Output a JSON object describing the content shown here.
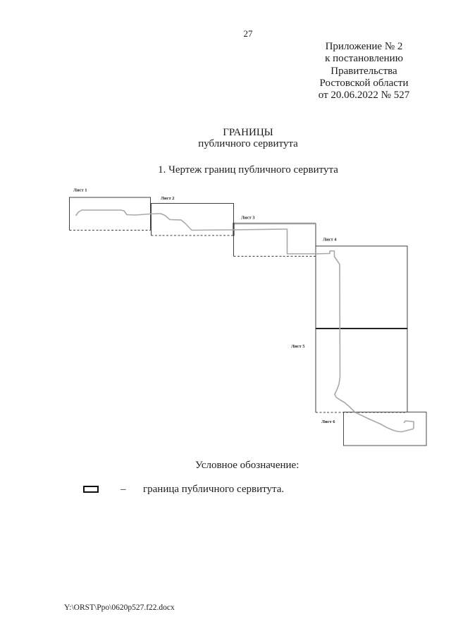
{
  "page": {
    "number": "27",
    "appendix_lines": [
      "Приложение № 2",
      "к постановлению",
      "Правительства",
      "Ростовской области",
      "от 20.06.2022 № 527"
    ],
    "title": [
      "ГРАНИЦЫ",
      "публичного сервитута"
    ],
    "section_heading": "1. Чертеж границ публичного сервитута",
    "footer_path": "Y:\\ORST\\Ppo\\0620p527.f22.docx"
  },
  "drawing": {
    "sheets": [
      {
        "label": "Лист 1"
      },
      {
        "label": "Лист 2"
      },
      {
        "label": "Лист 3"
      },
      {
        "label": "Лист 4"
      },
      {
        "label": "Лист 5"
      },
      {
        "label": "Лист 6"
      }
    ]
  },
  "legend": {
    "heading": "Условное обозначение:",
    "dash": "–",
    "item_label": "граница публичного сервитута."
  },
  "colors": {
    "boundary_line": "#a9a9a9",
    "sheet_border": "#3f3f3f",
    "text": "#1c1c1c",
    "background": "#ffffff"
  }
}
